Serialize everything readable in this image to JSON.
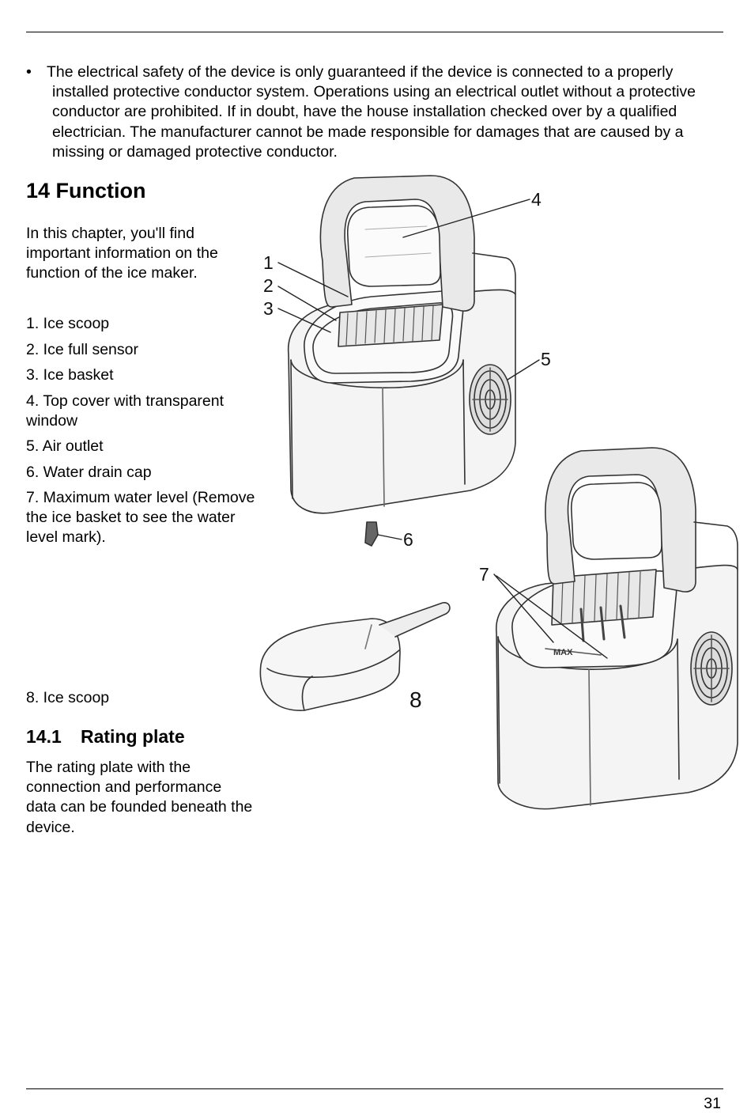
{
  "safety_bullet": {
    "mark": "•",
    "text": "The electrical safety of the device is only guaranteed if the device is connected to a properly installed protective conductor system. Operations using an electrical outlet without a protective conductor are prohibited. If in doubt, have the house installation checked over by a qualified electrician. The manufacturer cannot be made responsible for damages that are caused by a missing or damaged protective conductor."
  },
  "section": {
    "title": "14 Function",
    "intro": "In this chapter, you'll find important information on the function of the ice maker.",
    "parts": [
      "1. Ice scoop",
      "2. Ice full sensor",
      "3. Ice basket",
      "4. Top cover with transparent window",
      "5. Air outlet",
      "6. Water drain cap",
      "7. Maximum water level (Remove the ice basket to see the water level mark)."
    ],
    "part8": "8. Ice scoop"
  },
  "subsection": {
    "number": "14.1",
    "title": "Rating plate",
    "text": "The rating plate with the connection and performance data can be founded beneath  the device."
  },
  "figure": {
    "callouts": [
      "1",
      "2",
      "3",
      "4",
      "5",
      "6",
      "7",
      "8"
    ],
    "max_mark": "MAX"
  },
  "footer": {
    "page_number": "31"
  }
}
